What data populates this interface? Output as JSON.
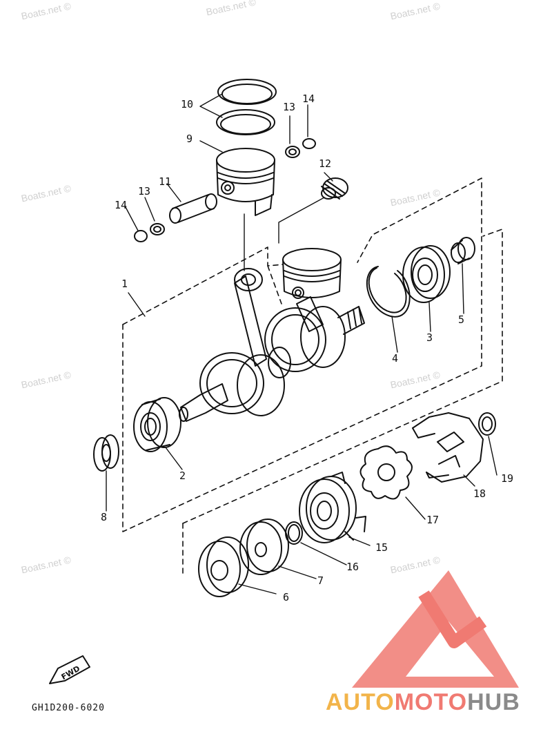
{
  "watermark": "Boats.net ©",
  "drawing_code": "GH1D200-6020",
  "fwd_label": "FWD",
  "brand": {
    "part1": "AUTO",
    "part2": "MOTO",
    "part3": "HUB"
  },
  "colors": {
    "line": "#111111",
    "logo_red": "#f07a72",
    "logo_orange": "#f2b44a",
    "logo_gray": "#8a8a8a",
    "watermark": "#d0d0d0"
  },
  "callouts": [
    "1",
    "2",
    "3",
    "4",
    "5",
    "6",
    "7",
    "8",
    "9",
    "10",
    "11",
    "12",
    "13",
    "13",
    "14",
    "14",
    "15",
    "16",
    "17",
    "18",
    "19"
  ]
}
